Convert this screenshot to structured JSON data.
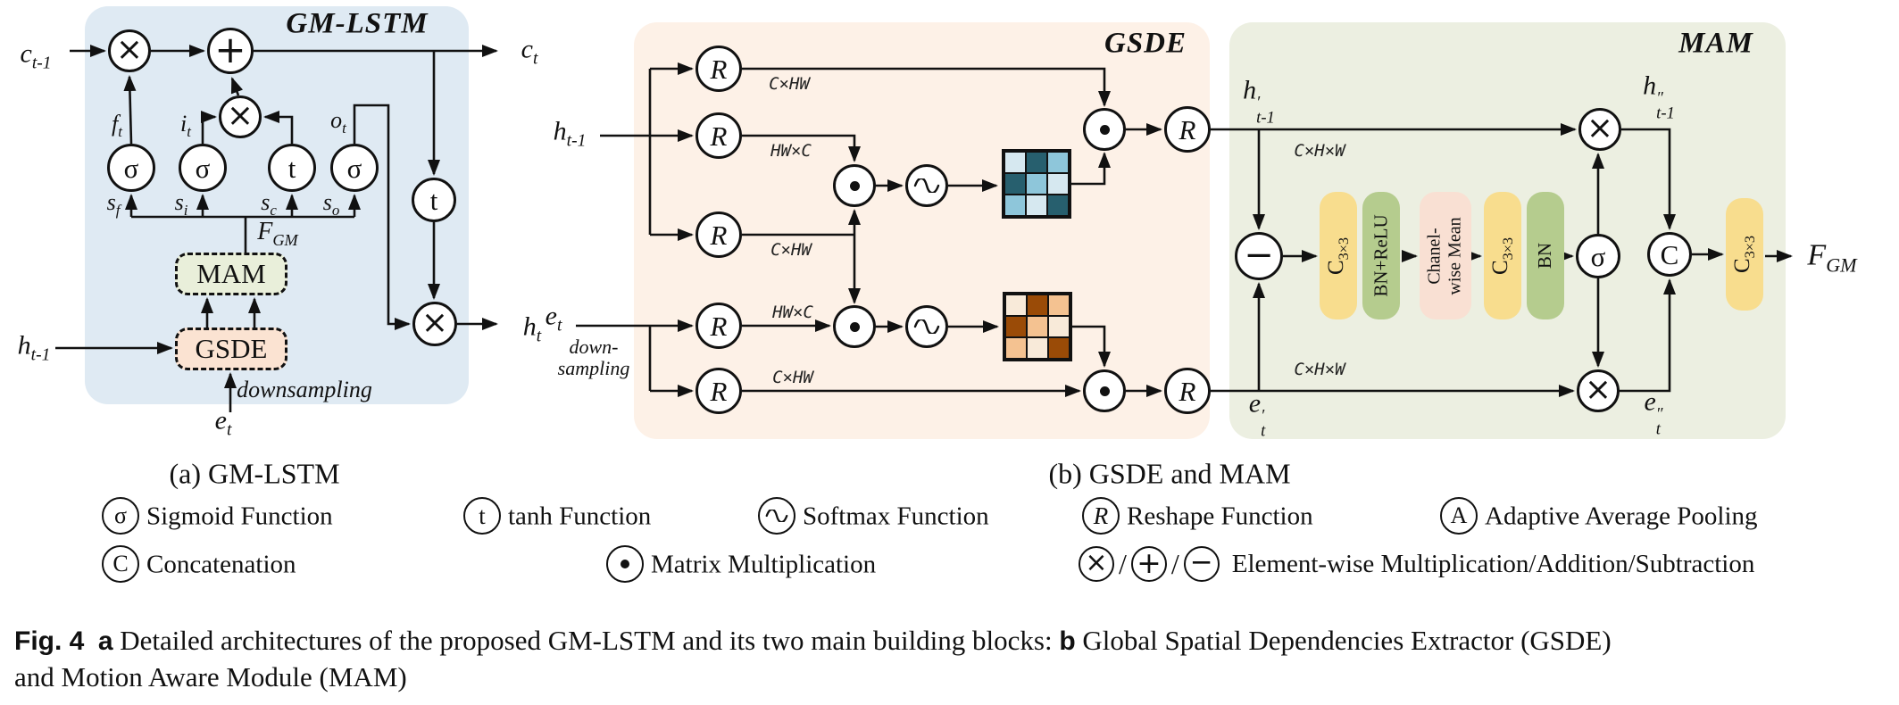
{
  "titles": {
    "gmlstm": "GM-LSTM",
    "gsde": "GSDE",
    "mam": "MAM"
  },
  "symbols": {
    "sigma": "σ",
    "tanh": "t",
    "reshape": "R",
    "concat": "C",
    "pool": "A",
    "mult": "×",
    "add": "+",
    "sub": "−",
    "slash": "/"
  },
  "vars": {
    "c_prev": {
      "base": "c",
      "sub": "t-1"
    },
    "c_t": {
      "base": "c",
      "sub": "t"
    },
    "h_prev": {
      "base": "h",
      "sub": "t-1"
    },
    "h_t": {
      "base": "h",
      "sub": "t"
    },
    "e_t": {
      "base": "e",
      "sub": "t"
    },
    "f_t": {
      "base": "f",
      "sub": "t"
    },
    "i_t": {
      "base": "i",
      "sub": "t"
    },
    "o_t": {
      "base": "o",
      "sub": "t"
    },
    "s_f": {
      "base": "s",
      "sub": "f"
    },
    "s_i": {
      "base": "s",
      "sub": "i"
    },
    "s_c": {
      "base": "s",
      "sub": "c"
    },
    "s_o": {
      "base": "s",
      "sub": "o"
    },
    "F_GM": {
      "base": "F",
      "sub": "GM"
    },
    "h_prime": {
      "base": "h",
      "sup": "′",
      "sub": "t-1"
    },
    "h_dprime": {
      "base": "h",
      "sup": "″",
      "sub": "t-1"
    },
    "e_prime": {
      "base": "e",
      "sup": "′",
      "sub": "t"
    },
    "e_dprime": {
      "base": "e",
      "sup": "″",
      "sub": "t"
    }
  },
  "dims": {
    "cxhw": "C×HW",
    "hwxc": "HW×C",
    "cxhxw": "C×H×W"
  },
  "annotations": {
    "downsampling": "downsampling",
    "down_line1": "down-",
    "down_line2": "sampling"
  },
  "blocks": {
    "mam": "MAM",
    "gsde": "GSDE",
    "conv": {
      "base": "C",
      "sub": "3×3"
    },
    "bn_relu": "BN+ReLU",
    "bn": "BN",
    "mean_line1": "Chanel-",
    "mean_line2": "wise Mean"
  },
  "panel_captions": {
    "a": "(a) GM-LSTM",
    "b": "(b) GSDE and MAM"
  },
  "legend": {
    "sigmoid": "Sigmoid Function",
    "tanh": "tanh Function",
    "softmax": "Softmax Function",
    "reshape": "Reshape Function",
    "pool": "Adaptive Average Pooling",
    "concat": "Concatenation",
    "matmul": "Matrix Multiplication",
    "elementwise": "Element-wise Multiplication/Addition/Subtraction"
  },
  "caption": {
    "fig": "Fig. 4",
    "a": "a",
    "part1": "Detailed architectures of the proposed GM-LSTM and its two main building blocks:",
    "b": "b",
    "part2": "Global Spatial Dependencies Extractor (GSDE)",
    "part3": "and Motion Aware Module (MAM)"
  },
  "colors": {
    "lstm_panel": "#dfeaf3",
    "gsde_panel": "#fdf1e7",
    "mam_panel": "#ecefe1",
    "mam_block": "#e9efda",
    "gsde_block": "#fbe3d2",
    "conv": "#f8dd8e",
    "bn": "#b5cc8e",
    "mean": "#f9e0d3",
    "line": "#111111"
  },
  "matrices": {
    "attention_h": [
      "#d6e8f0",
      "#275f6e",
      "#8ec6da",
      "#275f6e",
      "#8ec6da",
      "#d6e8f0",
      "#8ec6da",
      "#d6e8f0",
      "#275f6e"
    ],
    "attention_e": [
      "#f8ead9",
      "#9a4b07",
      "#f4c291",
      "#9a4b07",
      "#f4c291",
      "#f8ead9",
      "#f4c291",
      "#f8ead9",
      "#9a4b07"
    ]
  }
}
